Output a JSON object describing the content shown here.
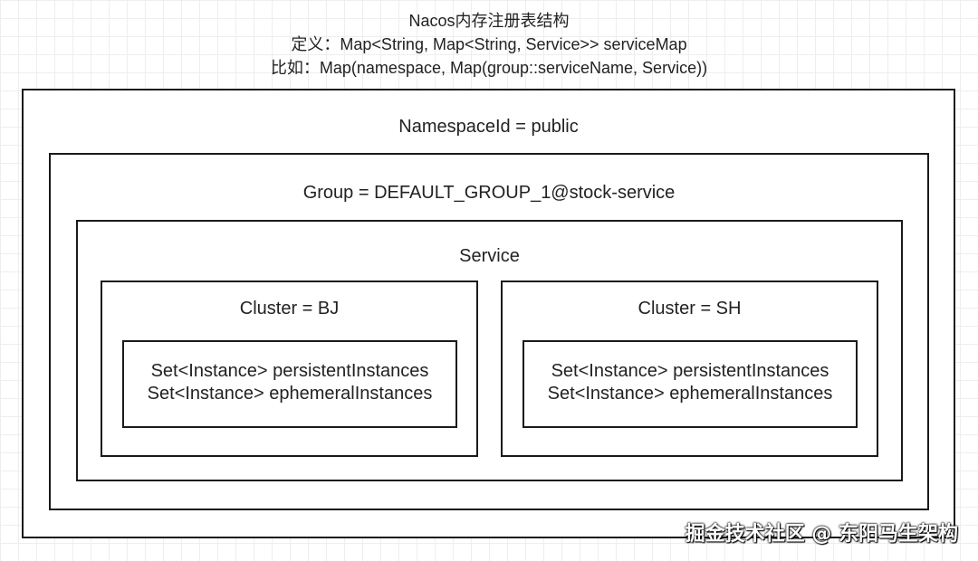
{
  "header": {
    "title": "Nacos内存注册表结构",
    "definition": "定义：Map<String, Map<String, Service>> serviceMap",
    "example": "比如：Map(namespace, Map(group::serviceName, Service))"
  },
  "namespace": {
    "label": "NamespaceId = public"
  },
  "group": {
    "label": "Group = DEFAULT_GROUP_1@stock-service"
  },
  "service": {
    "label": "Service"
  },
  "clusters": [
    {
      "label": "Cluster = BJ",
      "instances": [
        "Set<Instance> persistentInstances",
        "Set<Instance> ephemeralInstances"
      ]
    },
    {
      "label": "Cluster = SH",
      "instances": [
        "Set<Instance> persistentInstances",
        "Set<Instance> ephemeralInstances"
      ]
    }
  ],
  "watermark": "掘金技术社区 @ 东阳马生架构"
}
